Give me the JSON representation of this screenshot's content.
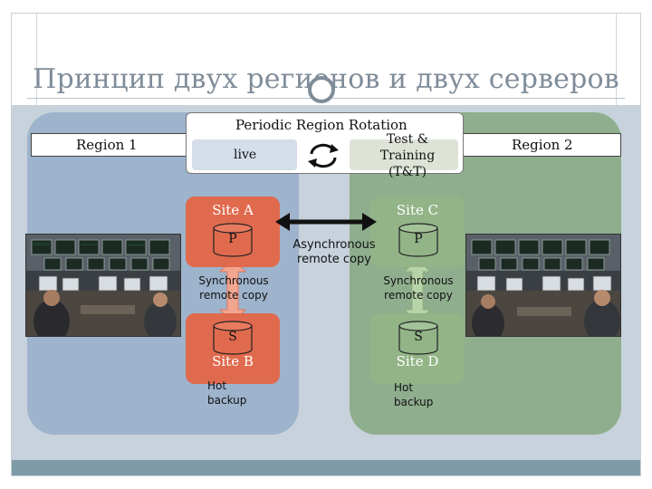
{
  "slide": {
    "title": "Принцип двух регионов и двух серверов"
  },
  "regions": {
    "left_label": "Region 1",
    "right_label": "Region 2"
  },
  "rotation": {
    "title": "Periodic Region Rotation",
    "live_label": "live",
    "test_training_label": "Test & Training (T&T)"
  },
  "sites": {
    "a": {
      "name": "Site A",
      "disk": "P"
    },
    "b": {
      "name": "Site B",
      "disk": "S"
    },
    "c": {
      "name": "Site C",
      "disk": "P"
    },
    "d": {
      "name": "Site D",
      "disk": "S"
    }
  },
  "links": {
    "async_copy": "Asynchronous remote copy",
    "sync_copy_left": "Synchronous remote copy",
    "sync_copy_right": "Synchronous remote copy",
    "hot_backup_left": "Hot backup",
    "hot_backup_right": "Hot backup"
  },
  "colors": {
    "region1": "#9eb3cc",
    "region2": "#8fae8e",
    "site_primary_red": "#e06a4e",
    "site_green": "#92b487",
    "arrow_pink": "#f2a58f",
    "arrow_green": "#b7d4a9",
    "title_gray": "#7f8c99"
  },
  "icons": {
    "rotation": "cycle-arrows-icon",
    "disk": "database-cylinder-icon"
  }
}
